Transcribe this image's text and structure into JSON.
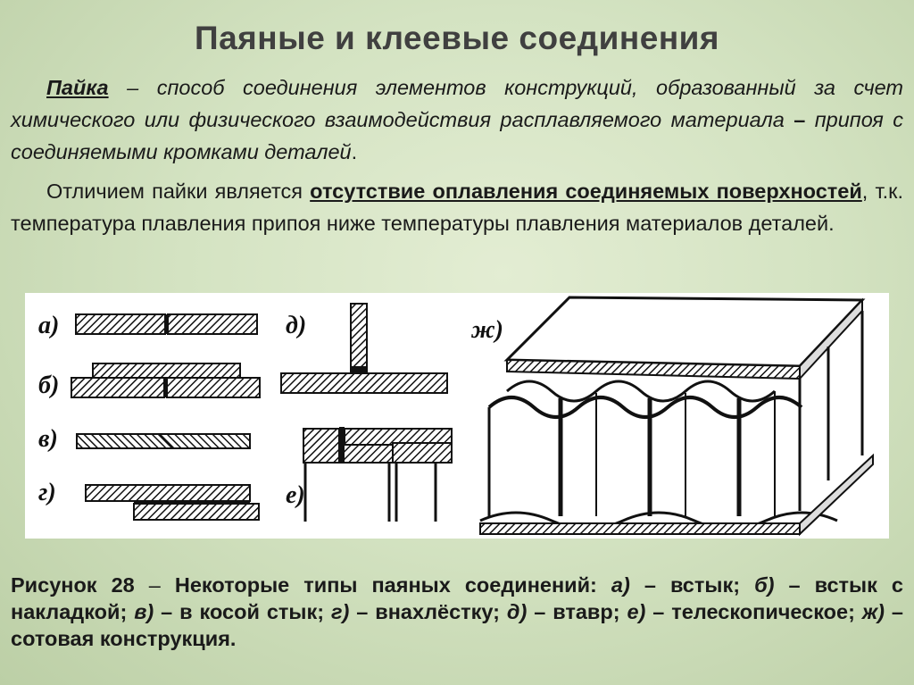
{
  "title": "Паяные и клеевые соединения",
  "definition": {
    "term": "Пайка",
    "dash": " – ",
    "text_1": "способ соединения элементов конструкций, образованный за счет химического или физического взаимодействия расплавляемого материала ",
    "dash2": "–",
    "text_2": " припоя с соединяемыми кромками деталей",
    "end": "."
  },
  "distinction": {
    "lead": "Отличием пайки является ",
    "emphasis": "отсутствие оплавления соединяемых поверхностей",
    "rest": ", т.к. температура плавления припоя ниже температуры плавления материалов деталей."
  },
  "figure": {
    "labels": {
      "a": "а)",
      "b": "б)",
      "v": "в)",
      "g": "г)",
      "d": "д)",
      "e": "е)",
      "zh": "ж)"
    }
  },
  "caption": {
    "prefix": "Рисунок 28 ",
    "dash": "–",
    "lead": " Некоторые типы паяных соединений: ",
    "items": [
      {
        "key": "а)",
        "text": " – встык; "
      },
      {
        "key": "б)",
        "text": " – встык с накладкой; "
      },
      {
        "key": "в)",
        "text": " – в косой стык; "
      },
      {
        "key": "г)",
        "text": " – внахлёстку; "
      },
      {
        "key": "д)",
        "text": " – втавр; "
      },
      {
        "key": "е)",
        "text": " – телескопическое; "
      },
      {
        "key": "ж)",
        "text": " – сотовая конструкция."
      }
    ]
  }
}
